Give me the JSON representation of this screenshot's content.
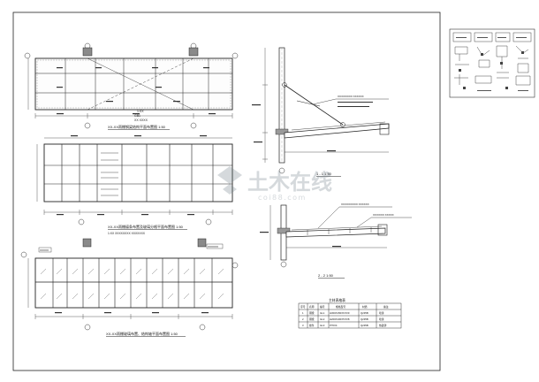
{
  "plans": {
    "plan1_title": "XX-XX雨棚钢梁结构平面布置图  1:50",
    "plan2_title": "XX-XX雨棚檩条布置及玻璃分格平面布置图  1:50",
    "plan3_title": "XX-XX雨棚玻璃布置、结构轴平面布置图  1:50",
    "note1": "1:XX",
    "note2": "GB1",
    "note3": "XX  XXXX",
    "plan2_note": "1:XX  XXXXXXXX  XXXXXXX",
    "callout_left": "XXXXX",
    "callout_right": "XXXXXX"
  },
  "sections": {
    "s1_label": "1 - 1  1:50",
    "s2_label": "2 - 2  1:50",
    "s1_leader": "XX/XXXXXX XXXXXX",
    "s2_leader_a": "XX/XXXXXXX XXXXXX",
    "s2_leader_b": "XX/XXXX XXXXX"
  },
  "table": {
    "title": "主材表格表",
    "headers": [
      "序号",
      "名称",
      "编号",
      "规格型号",
      "材质",
      "备注"
    ],
    "rows": [
      [
        "1",
        "钢梁",
        "GL1",
        "H300X150X6.5X9",
        "Q235B",
        "喷漆"
      ],
      [
        "2",
        "钢梁",
        "GL2",
        "H200X100X5.5X8",
        "Q235B",
        "喷漆"
      ],
      [
        "3",
        "檩条",
        "GL3",
        "P76X4",
        "Q235B",
        "热镀锌"
      ]
    ]
  },
  "watermark": {
    "main": "土木在线",
    "sub": "coi88.com"
  }
}
